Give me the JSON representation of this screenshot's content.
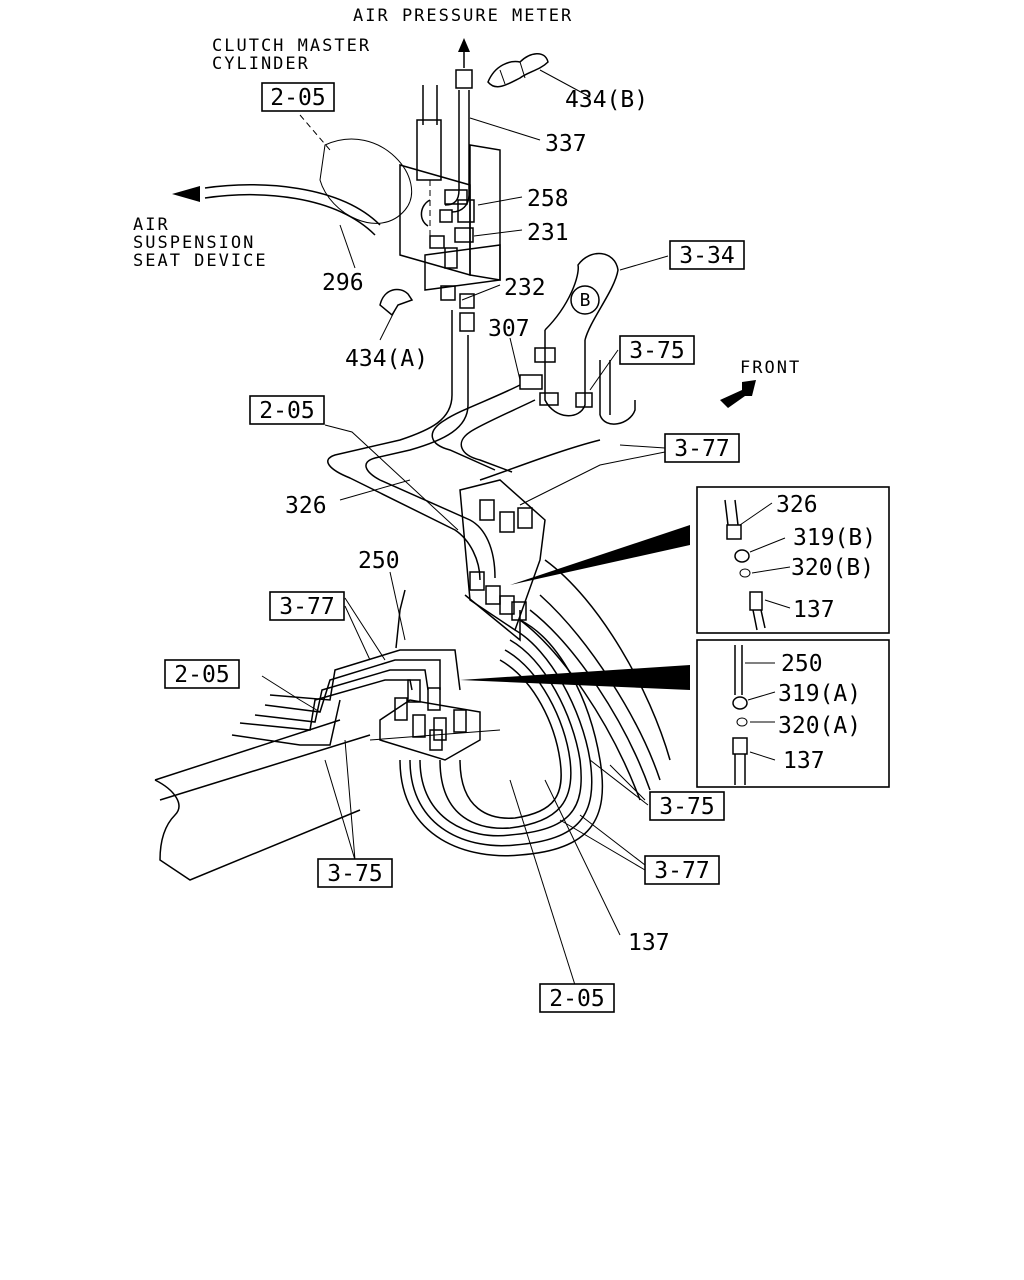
{
  "captions": {
    "air_pressure_meter": "AIR PRESSURE METER",
    "clutch_master_line1": "CLUTCH MASTER",
    "clutch_master_line2": "CYLINDER",
    "air_susp_line1": "AIR",
    "air_susp_line2": "SUSPENSION",
    "air_susp_line3": "SEAT DEVICE",
    "front": "FRONT"
  },
  "part_numbers": {
    "p434b": "434(B)",
    "p337": "337",
    "p258": "258",
    "p231": "231",
    "p296": "296",
    "p232": "232",
    "p434a": "434(A)",
    "p307": "307",
    "p326": "326",
    "p250": "250",
    "p137": "137"
  },
  "refs": {
    "r205_top": "2-05",
    "r334": "3-34",
    "r375_top": "3-75",
    "r205_mid": "2-05",
    "r377_right": "3-77",
    "r377_left": "3-77",
    "r205_left": "2-05",
    "r375_right": "3-75",
    "r377_lower": "3-77",
    "r375_bottom": "3-75",
    "r205_bottom": "2-05"
  },
  "detail_b": {
    "a": "326",
    "b": "319(B)",
    "c": "320(B)",
    "d": "137"
  },
  "detail_a": {
    "a": "250",
    "b": "319(A)",
    "c": "320(A)",
    "d": "137"
  },
  "valve_letter": "B"
}
